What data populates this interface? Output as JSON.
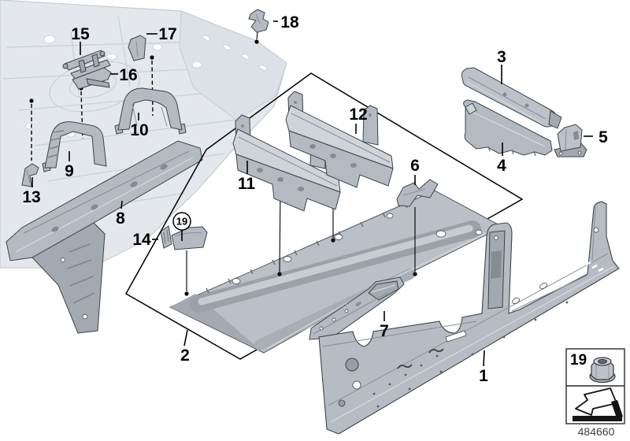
{
  "callouts": {
    "c1": "1",
    "c2": "2",
    "c3": "3",
    "c4": "4",
    "c5": "5",
    "c6": "6",
    "c7": "7",
    "c8": "8",
    "c9": "9",
    "c10": "10",
    "c11": "11",
    "c12": "12",
    "c13": "13",
    "c14": "14",
    "c15": "15",
    "c16": "16",
    "c17": "17",
    "c18": "18",
    "c19": "19"
  },
  "legend": {
    "ref_number": "19",
    "nut_icon": "flange-nut-icon",
    "arrow_icon": "install-direction-arrow-icon"
  },
  "footer": {
    "diagram_code": "484660"
  },
  "colors": {
    "background": "#ffffff",
    "part_fill": "#b3bac1",
    "part_shadow": "#a2a9b1",
    "part_highlight": "#cfd4d9",
    "faded_assembly_fill": "#e4e8ec",
    "faded_assembly_line": "#c5cbd3",
    "line": "#000000",
    "code_text": "#3f3f3f"
  }
}
